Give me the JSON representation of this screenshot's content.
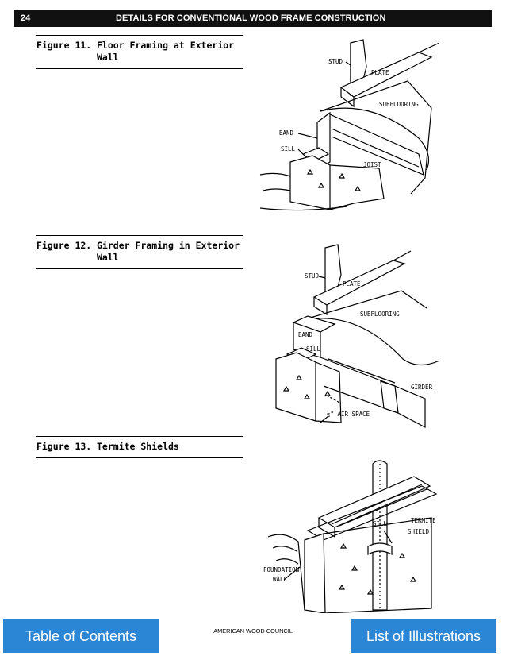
{
  "header": {
    "page_number": "24",
    "title": "DETAILS FOR CONVENTIONAL WOOD FRAME CONSTRUCTION"
  },
  "figures": [
    {
      "label": "Figure 11.",
      "title": "Floor Framing at Exterior Wall",
      "callouts": {
        "stud": "STUD",
        "plate": "PLATE",
        "subflooring": "SUBFLOORING",
        "band": "BAND",
        "sill": "SILL",
        "joist": "JOIST"
      }
    },
    {
      "label": "Figure 12.",
      "title": "Girder Framing in Exterior Wall",
      "callouts": {
        "stud": "STUD",
        "plate": "PLATE",
        "subflooring": "SUBFLOORING",
        "band": "BAND",
        "sill": "SILL",
        "girder": "GIRDER",
        "air_space": "½\" AIR SPACE"
      }
    },
    {
      "label": "Figure 13.",
      "title": "Termite Shields",
      "callouts": {
        "sill": "SILL",
        "termite": "TERMITE",
        "shield": "SHIELD",
        "foundation": "FOUNDATION",
        "wall": "WALL"
      }
    }
  ],
  "footer": {
    "toc_label": "Table of Contents",
    "council": "AMERICAN WOOD COUNCIL",
    "illustrations_label": "List of Illustrations",
    "button_color": "#2c86d6"
  }
}
